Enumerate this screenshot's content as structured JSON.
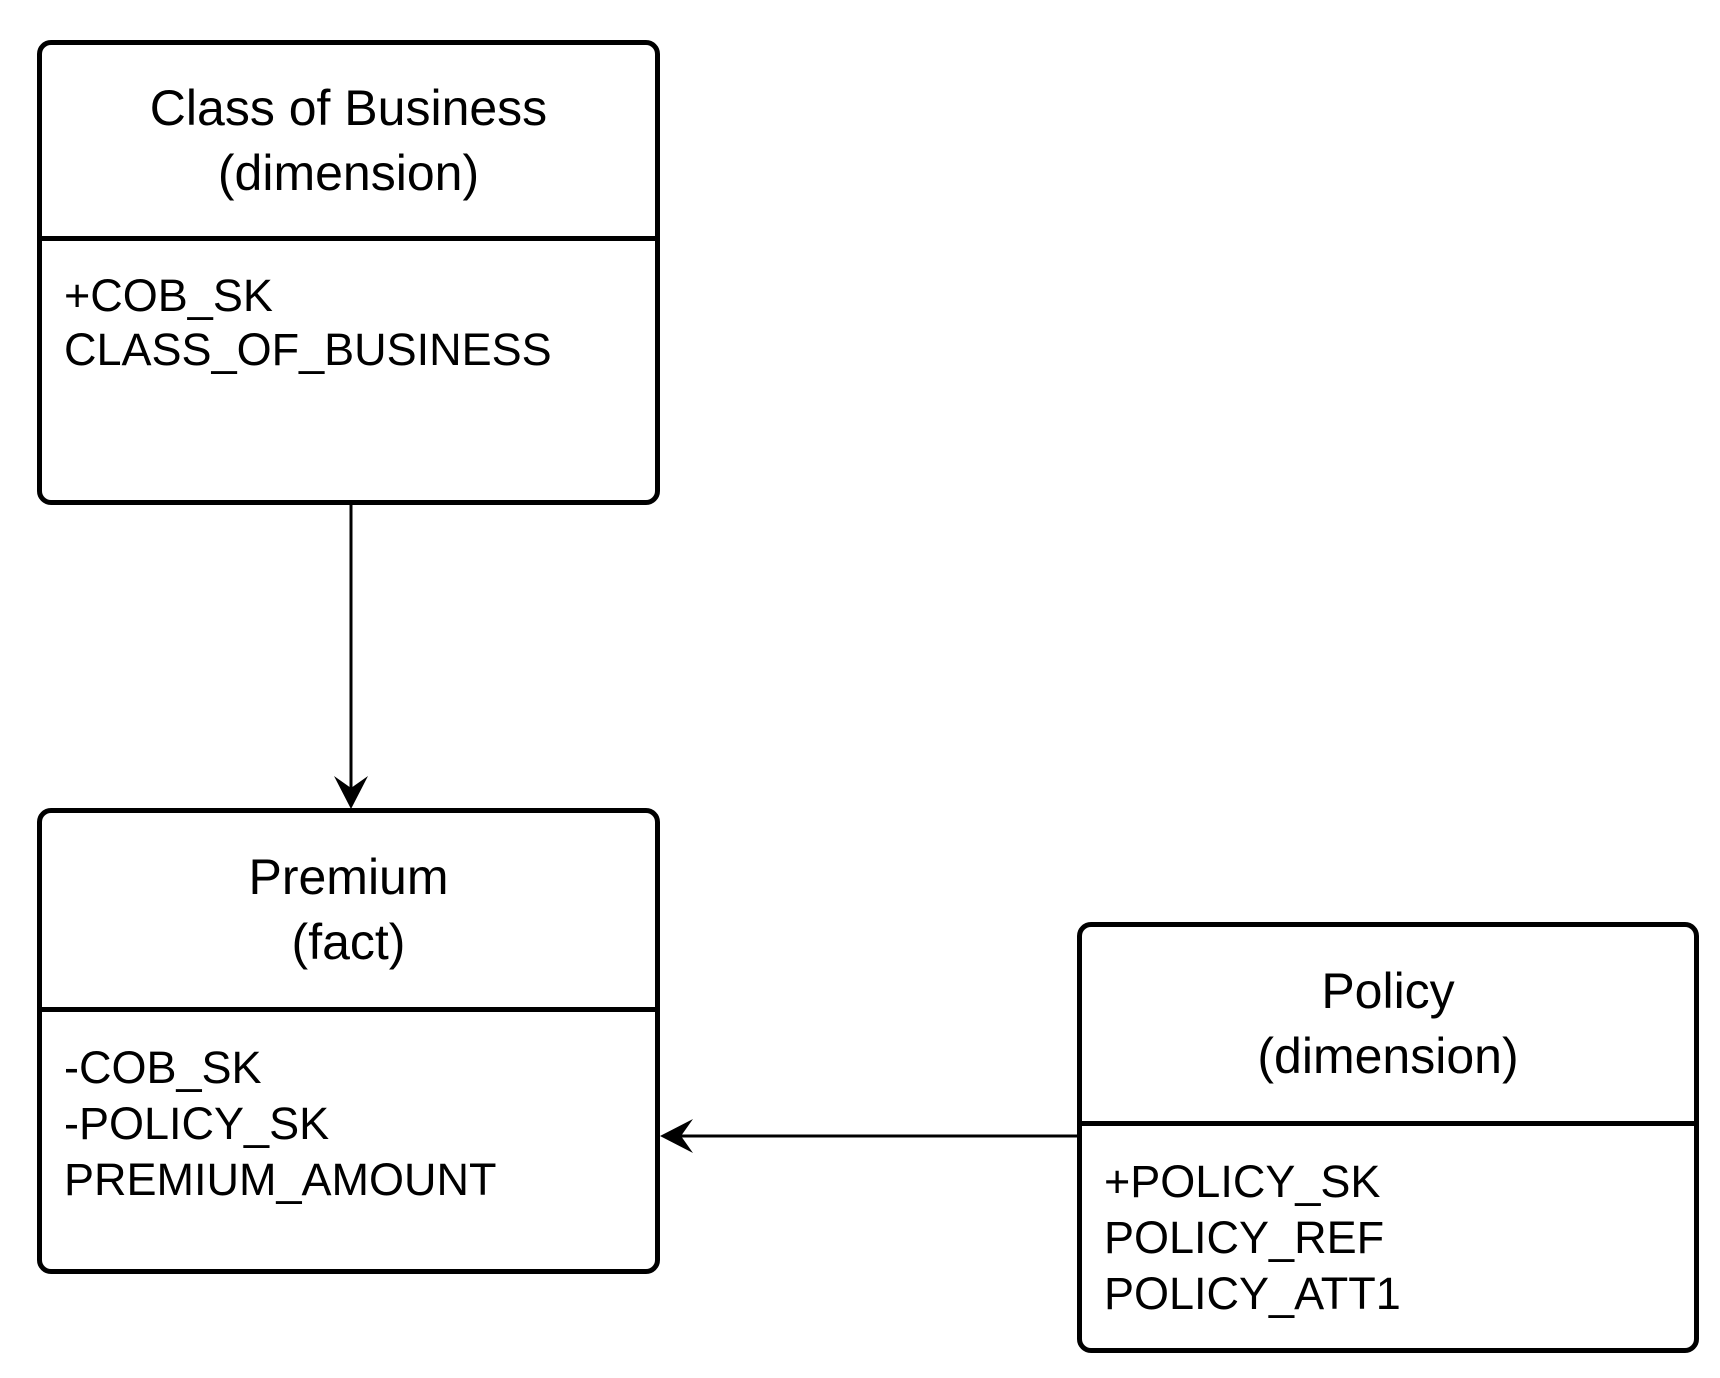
{
  "entities": {
    "class_of_business": {
      "title": "Class of Business",
      "subtitle": "(dimension)",
      "attributes": [
        "+COB_SK",
        "CLASS_OF_BUSINESS"
      ]
    },
    "premium": {
      "title": "Premium",
      "subtitle": "(fact)",
      "attributes": [
        "-COB_SK",
        "-POLICY_SK",
        "PREMIUM_AMOUNT"
      ]
    },
    "policy": {
      "title": "Policy",
      "subtitle": "(dimension)",
      "attributes": [
        "+POLICY_SK",
        "POLICY_REF",
        "POLICY_ATT1"
      ]
    }
  },
  "relationships": [
    {
      "from": "class_of_business",
      "to": "premium"
    },
    {
      "from": "policy",
      "to": "premium"
    }
  ],
  "colors": {
    "stroke": "#000000",
    "background": "#ffffff"
  }
}
